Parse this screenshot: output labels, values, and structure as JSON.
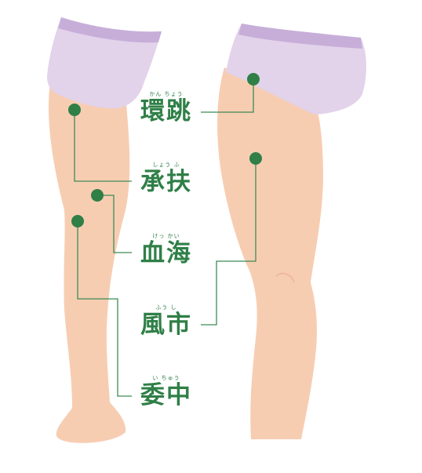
{
  "points": [
    {
      "id": "kancho",
      "name": "環跳",
      "reading": "かん ちょう"
    },
    {
      "id": "shofu",
      "name": "承扶",
      "reading": "しょう ふ"
    },
    {
      "id": "kekkai",
      "name": "血海",
      "reading": "けっ かい"
    },
    {
      "id": "fushi",
      "name": "風市",
      "reading": "ふう し"
    },
    {
      "id": "ichu",
      "name": "委中",
      "reading": "い ちゅう"
    }
  ],
  "colors": {
    "skin": "#f7cdb2",
    "skin_shade": "#efb99b",
    "underwear": "#e2d2ea",
    "underwear_band": "#c7aed9",
    "accent": "#2f7f47",
    "leader_line": "#3d8a55"
  }
}
